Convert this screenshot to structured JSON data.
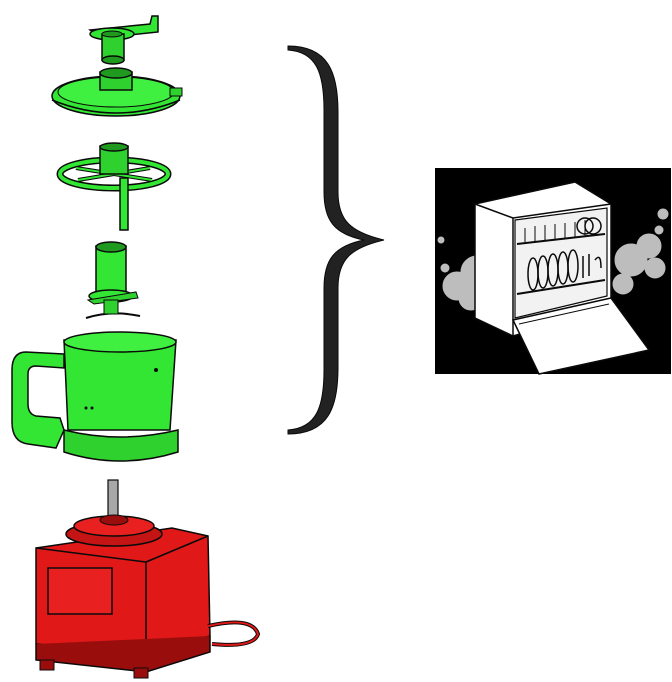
{
  "diagram": {
    "parts": [
      {
        "name": "pusher",
        "color": "green"
      },
      {
        "name": "lid",
        "color": "green"
      },
      {
        "name": "disc",
        "color": "green"
      },
      {
        "name": "blade",
        "color": "green"
      },
      {
        "name": "bowl",
        "color": "green"
      },
      {
        "name": "motor-base",
        "color": "red"
      }
    ],
    "grouping": "brace",
    "icon": "dishwasher-safe-icon"
  },
  "colors": {
    "part_fill": "#33e633",
    "part_dark": "#1f9a1f",
    "base_fill": "#e01818",
    "base_dark": "#9a0d0d",
    "outline": "#0a0a0a",
    "icon_bg": "#000000",
    "steam": "#bdbdbd"
  }
}
